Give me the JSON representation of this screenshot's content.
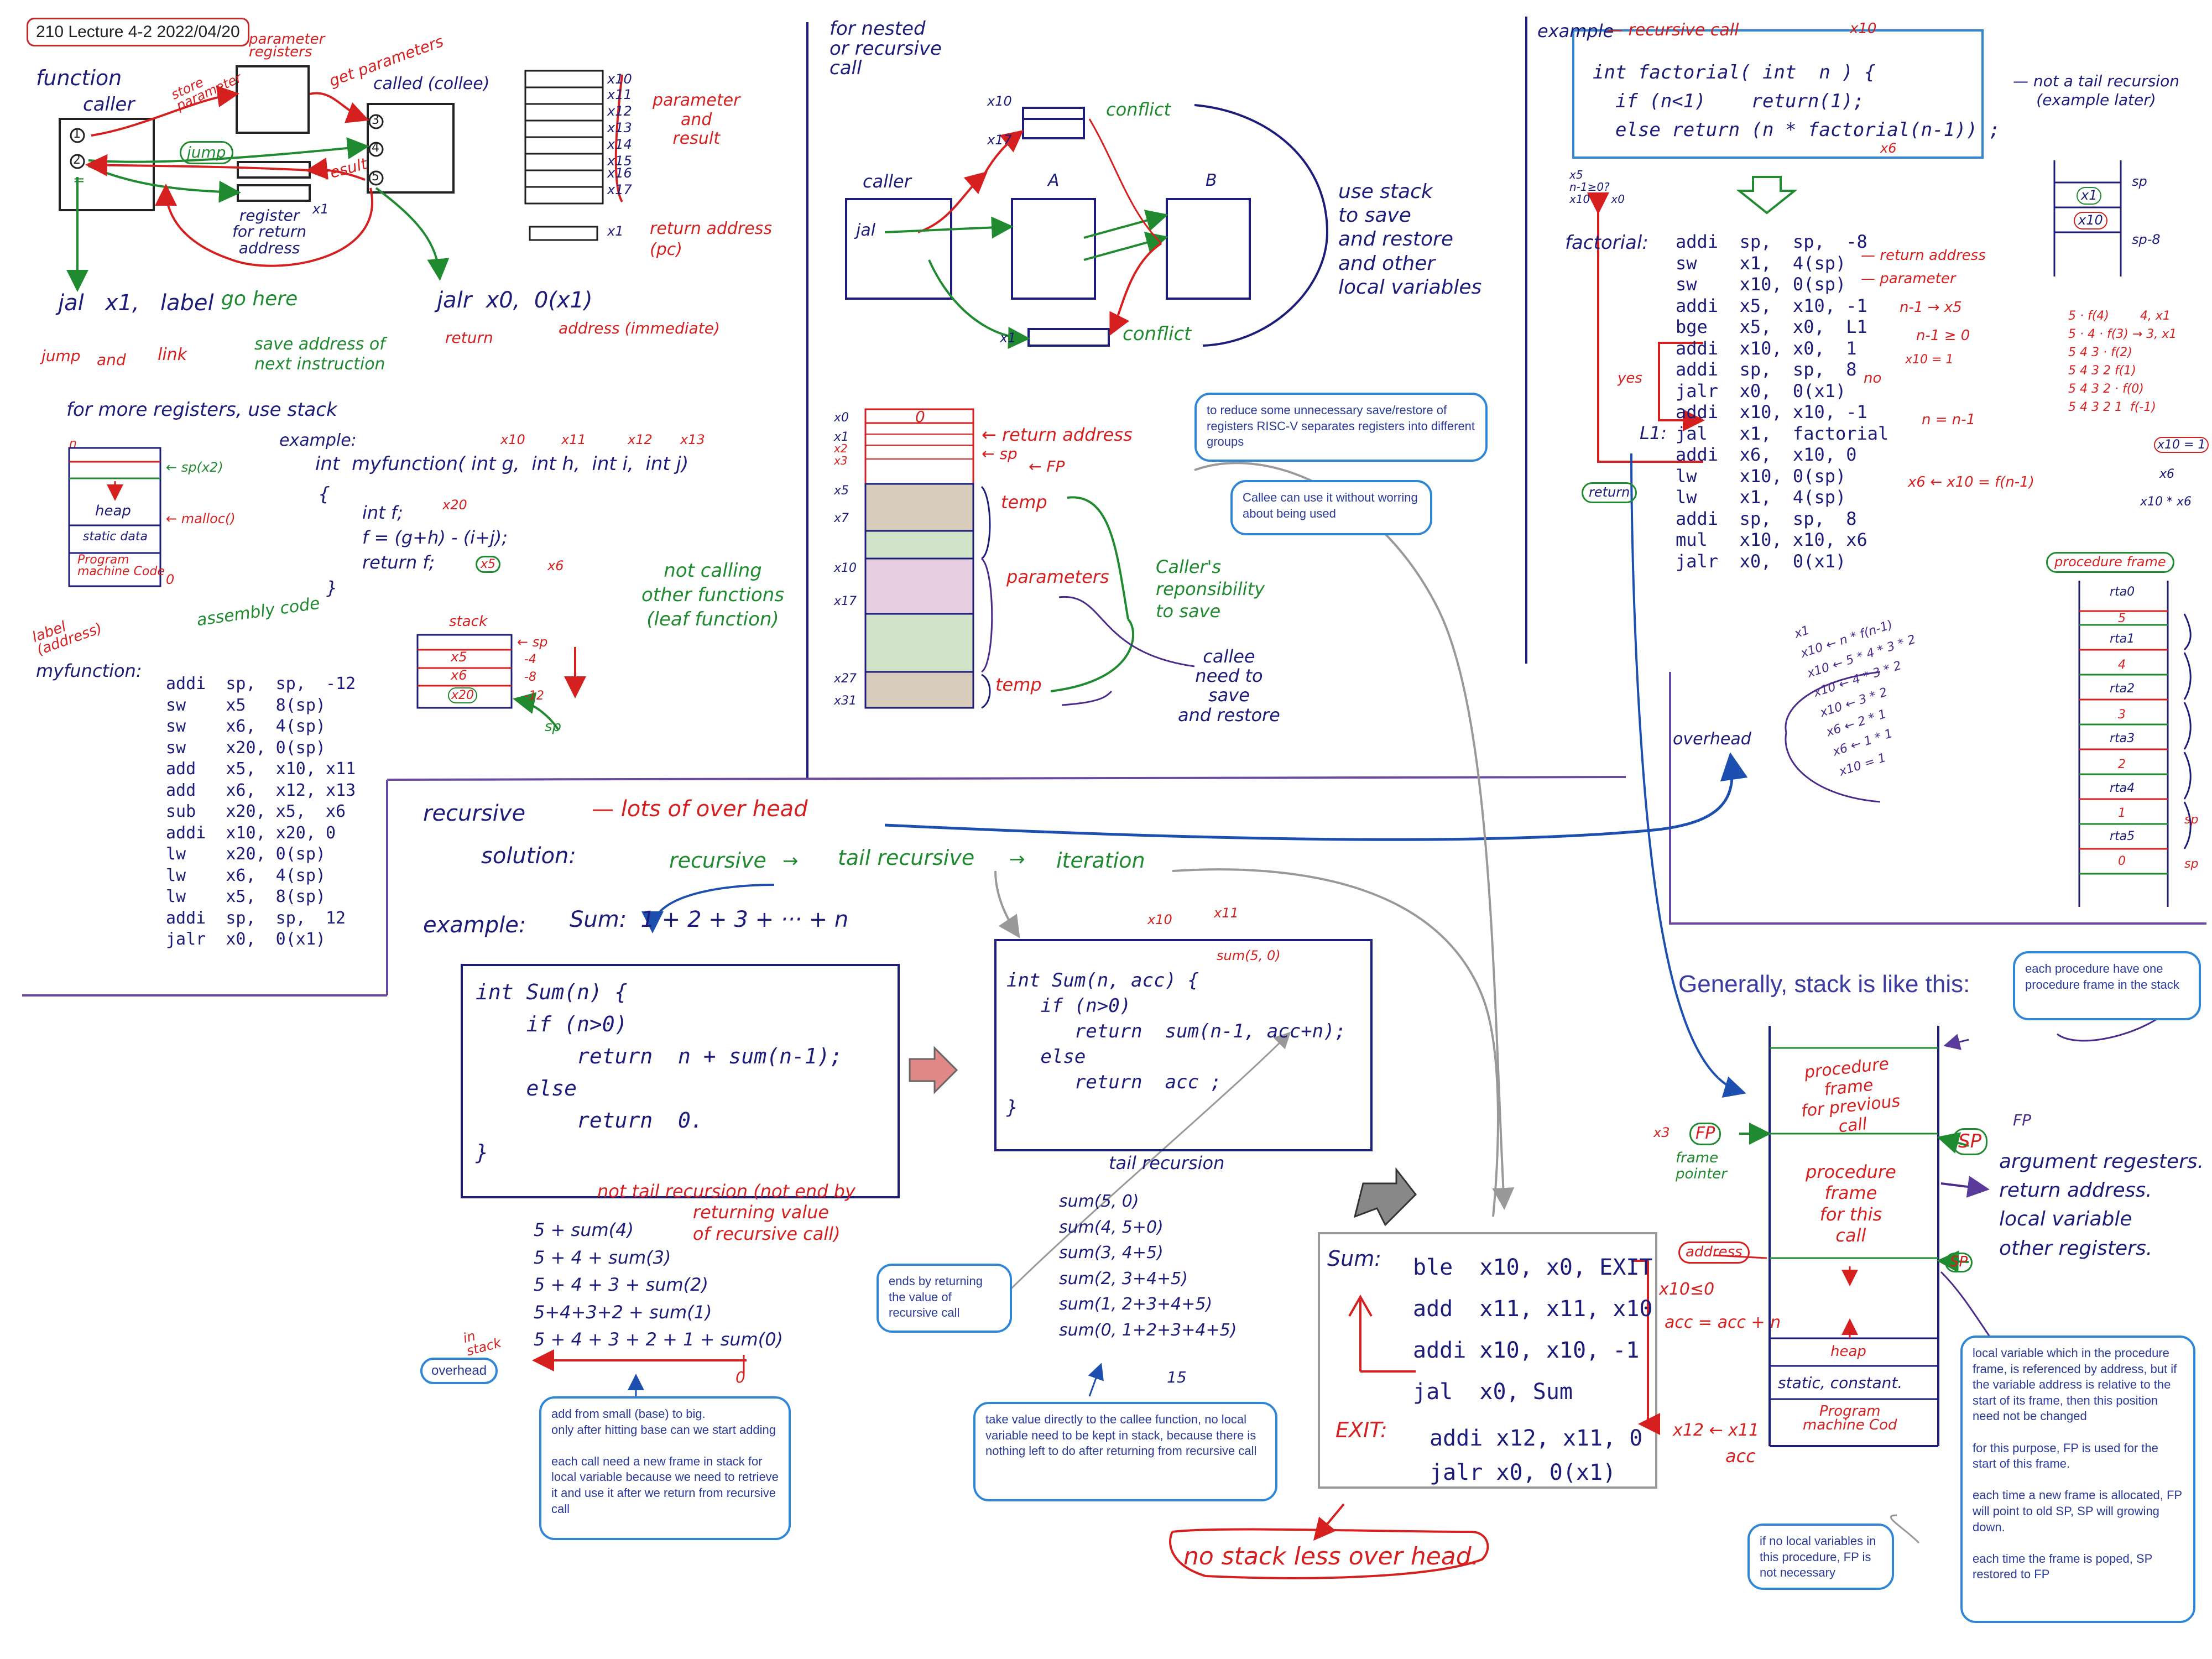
{
  "header": {
    "title": "210 Lecture 4-2  2022/04/20"
  },
  "function_section": {
    "function_label": "function",
    "caller_label": "caller",
    "callee_label": "called (collee)",
    "param_registers_label": "parameter\nregisters",
    "store_parameter": "store\nparameter",
    "get_parameters": "get parameters",
    "jump": "jump",
    "result": "result",
    "register_return": "register\nfor return\naddress",
    "x1_label": "x1",
    "caller_marks": [
      "1",
      "2",
      "="
    ],
    "callee_marks": [
      "3",
      "4",
      "5"
    ],
    "reg_list": [
      "x10",
      "x11",
      "x12",
      "x13",
      "x14",
      "x15",
      "x16",
      "x17"
    ],
    "param_result": "parameter\nand\nresult",
    "return_address_pc": "return address\n(pc)",
    "x1_ret": "x1",
    "jal_line": "jal   x1,   label",
    "go_here": "go here",
    "jump_and_link": [
      "jump",
      "and",
      "link"
    ],
    "save_address": "save address of\nnext instruction",
    "jalr_line": "jalr  x0,  0(x1)",
    "jalr_return": "return",
    "address_immediate": "address (immediate)"
  },
  "registers_section": {
    "more_registers": "for more registers, use stack",
    "mem_labels": [
      "heap",
      "static data",
      "Program\nmachine Code"
    ],
    "mem_n": "n",
    "mem_sp": "← sp(x2)",
    "mem_malloc": "← malloc()",
    "mem_zero": "0",
    "example_label": "example:",
    "func_sig": "int  myfunction( int g,  int h,  int i,  int j)",
    "open_brace": "{",
    "arg_regs": [
      "x10",
      "x11",
      "x12",
      "x13"
    ],
    "body": "int f;\nf = (g+h) - (i+j);\nreturn f;",
    "x20": "x20",
    "x5": "x5",
    "x6": "x6",
    "close_brace": "}",
    "not_calling": "not calling\nother functions\n(leaf function)",
    "label_address": "label\n(address)",
    "assembly_code": "assembly code",
    "myfunction_label": "myfunction:",
    "asm": "addi  sp,  sp,  -12\nsw    x5   8(sp)\nsw    x6,  4(sp)\nsw    x20, 0(sp)\nadd   x5,  x10, x11\nadd   x6,  x12, x13\nsub   x20, x5,  x6\naddi  x10, x20, 0\nlw    x20, 0(sp)\nlw    x6,  4(sp)\nlw    x5,  8(sp)\naddi  sp,  sp,  12\njalr  x0,  0(x1)",
    "stack_title": "stack",
    "stack_regs": [
      "x5",
      "x6",
      "x20"
    ],
    "stack_offsets": [
      "← sp",
      "-4",
      "-8",
      "-12"
    ],
    "stack_sp": "sp"
  },
  "nested_section": {
    "title": "for nested\nor recursive\ncall",
    "x10": "x10",
    "x17": "x17",
    "conflict": "conflict",
    "caller": "caller",
    "jal": "jal",
    "a": "A",
    "b": "B",
    "x1": "x1",
    "use_stack": "use stack\nto save\nand restore\nand other\nlocal variables"
  },
  "register_groups": {
    "reg_labels": [
      "x0",
      "x1",
      "x2",
      "x3",
      "x5",
      "x7",
      "x10",
      "x17",
      "x27",
      "x31"
    ],
    "zero_label": "0",
    "return_address": "← return address",
    "sp": "← sp",
    "fp": "← FP",
    "temp1": "temp",
    "parameters": "parameters",
    "temp2": "temp",
    "callers_resp": "Caller's\nreponsibility\nto save",
    "callee_save": "callee\nneed to\nsave\nand restore",
    "note_reduce": "to reduce some unnecessary save/restore of registers RISC-V separates registers into different groups",
    "note_callee": "Callee can use it without worring about being used"
  },
  "factorial_section": {
    "example_label": "example",
    "recursive_call": "— recursive call",
    "x10_mark": "x10",
    "code": "int factorial( int  n ) {\n  if (n<1)    return(1);\n  else return (n * factorial(n-1)) ;",
    "x6_mark": "x6",
    "not_tail": "— not a tail recursion\n(example later)",
    "tree": "x5\nn-1≥0?\nx10      x0",
    "factorial_label": "factorial:",
    "asm": "addi  sp,  sp,  -8\nsw    x1,  4(sp)\nsw    x10, 0(sp)\naddi  x5,  x10, -1\nbge   x5,  x0,  L1\naddi  x10, x0,  1\naddi  sp,  sp,  8\njalr  x0,  0(x1)\naddi  x10, x10, -1\njal   x1,  factorial\naddi  x6,  x10, 0\nlw    x10, 0(sp)\nlw    x1,  4(sp)\naddi  sp,  sp,  8\nmul   x10, x10, x6\njalr  x0,  0(x1)",
    "l1": "L1:",
    "yes": "yes",
    "no": "no",
    "ret": "return",
    "ann_return_address": "— return address",
    "ann_parameter": "— parameter",
    "ann_n1_x5": "n-1 → x5",
    "ann_n1_ge0": "n-1 ≥ 0",
    "ann_x10_1": "x10 = 1",
    "ann_n_n1": "n = n-1",
    "ann_x6_x10": "x6 ← x10 = f(n-1)",
    "sp_label": "sp",
    "sp8_label": "sp-8",
    "stack_small": [
      "x1",
      "x10"
    ],
    "calc": "5 · f(4)        4, x1\n5 · 4 · f(3) → 3, x1\n5 4 3 · f(2)\n5 4 3 2 f(1)\n5 4 3 2 · f(0)\n5 4 3 2 1  f(-1)",
    "x10_eq_1": "x10 = 1",
    "x6_small": "x6",
    "x10x6": "x10 * x6",
    "procedure_frame": "procedure frame",
    "frame_cells": [
      "rta0",
      "5",
      "rta1",
      "4",
      "rta2",
      "3",
      "rta3",
      "2",
      "rta4",
      "1",
      "rta5",
      "0"
    ],
    "frame_sp": "sp",
    "overhead": "overhead",
    "trace": "x1\nx10 ← n * f(n-1)\nx10 ← 5 * 4 * 3 * 2\nx10 ← 4 * 3 * 2\nx10 ← 3 * 2\nx6 ← 2 * 1\nx6 ← 1 * 1\nx10 = 1"
  },
  "recursion_section": {
    "recursive": "recursive",
    "lots_overhead": "— lots of over head",
    "solution": "solution:",
    "solution_steps": [
      "recursive",
      "tail recursive",
      "iteration"
    ],
    "example": "example:",
    "sum_def": "Sum:  1 + 2 + 3 + ··· + n",
    "code1": "int Sum(n) {\n    if (n>0)\n        return  n + sum(n-1);\n    else\n        return  0.\n}",
    "not_tail": "not tail recursion (not end by\n                 returning value\n                 of recursive call)",
    "trace1": "5 + sum(4)\n5 + 4 + sum(3)\n5 + 4 + 3 + sum(2)\n5+4+3+2 + sum(1)\n5 + 4 + 3 + 2 + 1 + sum(0)",
    "zero": "0",
    "in_stack": "in\nstack",
    "overhead_badge": "overhead",
    "note_add": "add from small (base) to big.\nonly after hitting base can we start adding\n\neach call need a new frame in stack for local variable because we need to retrieve it and use it after we return from recursive call",
    "code2": "int Sum(n, acc) {\n   if (n>0)\n      return  sum(n-1, acc+n);\n   else\n      return  acc ;\n}",
    "x10_mark": "x10",
    "x11_mark": "x11",
    "sum50": "sum(5, 0)",
    "tail_label": "tail recursion",
    "trace2": "sum(5, 0)\nsum(4, 5+0)\nsum(3, 4+5)\nsum(2, 3+4+5)\nsum(1, 2+3+4+5)\nsum(0, 1+2+3+4+5)",
    "fifteen": "15",
    "note_ends": "ends by returning the value of recursive call",
    "note_take": "take value directly to the callee function, no local variable need to be kept in stack, because there is nothing left to do after returning from recursive call",
    "asm_label": "Sum:",
    "asm": "ble  x10, x0, EXIT\nadd  x11, x11, x10\naddi x10, x10, -1\njal  x0, Sum",
    "exit_label": "EXIT:",
    "exit_asm": "addi x12, x11, 0\njalr x0, 0(x1)",
    "x10le0": "x10≤0",
    "acc_eq": "acc = acc + n",
    "x12_x11": "x12 ← x11",
    "acc": "acc",
    "no_stack": "no stack less over head."
  },
  "stack_general": {
    "heading": "Generally, stack is like this:",
    "note_each": "each procedure have one procedure frame in the stack",
    "frame_prev": "procedure\nframe\nfor previous\ncall",
    "frame_this": "procedure\nframe\nfor this\ncall",
    "heap": "heap",
    "static": "static, constant.",
    "program": "Program\nmachine Cod",
    "x3": "x3",
    "fp": "FP",
    "frame_pointer": "frame\npointer",
    "fp_right": "FP",
    "sp_right": "SP",
    "sp_small": "SP",
    "address": "address",
    "contents": "argument regesters.\nreturn address.\nlocal variable\nother registers.",
    "note_local": "local variable which in the procedure frame, is referenced by address, but if the variable address is relative to the start of its frame, then this position need not be changed\n\nfor this purpose, FP is used for the start of this frame.\n\neach time a new frame is allocated, FP will point to old SP, SP will growing down.\n\neach time the frame is poped, SP restored to FP",
    "note_fp": "if no local variables in this procedure, FP is not necessary"
  },
  "colors": {
    "ink_blue": "#1c1c7a",
    "ink_red": "#d61f1f",
    "ink_green": "#1f8a2f",
    "ink_purple": "#4a2a8a",
    "note_border": "#2f86d6",
    "frame_fill_tan": "#d8ccbd",
    "frame_fill_green": "#d2e4c8",
    "frame_fill_pink": "#e6cde0"
  }
}
